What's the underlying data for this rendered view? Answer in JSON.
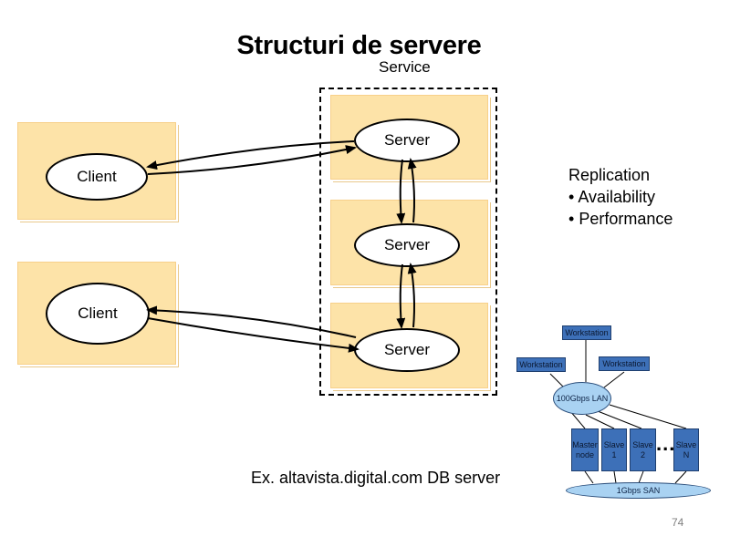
{
  "title": "Structuri de servere",
  "service_label": "Service",
  "clients": [
    "Client",
    "Client"
  ],
  "servers": [
    "Server",
    "Server",
    "Server"
  ],
  "replication": {
    "heading": "Replication",
    "bullets": [
      "Availability",
      "Performance"
    ]
  },
  "example": "Ex. altavista.digital.com DB server",
  "page_number": "74",
  "network": {
    "workstations": [
      "Workstation",
      "Workstation",
      "Workstation"
    ],
    "lan": "100Gbps LAN",
    "nodes": [
      {
        "line1": "Master",
        "line2": "node"
      },
      {
        "line1": "Slave",
        "line2": "1"
      },
      {
        "line1": "Slave",
        "line2": "2"
      },
      {
        "line1": "Slave",
        "line2": "N"
      }
    ],
    "ellipsis": "...",
    "san": "1Gbps SAN"
  },
  "colors": {
    "box_fill": "#fde3a8",
    "network_box": "#3d70b8",
    "network_bubble": "#a9d2f2"
  }
}
